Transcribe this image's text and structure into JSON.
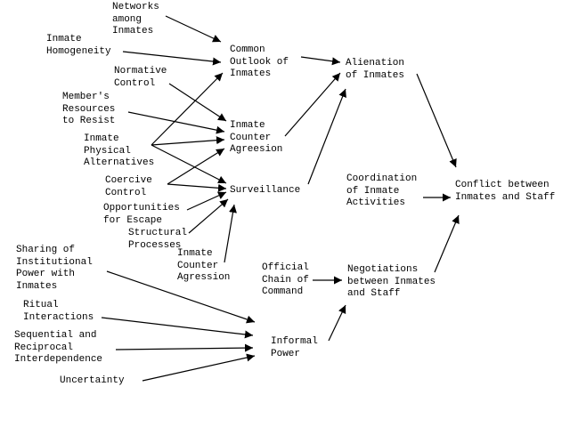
{
  "nodes": {
    "networks": "Networks\namong\nInmates",
    "homogeneity": "Inmate\nHomogeneity",
    "normative": "Normative\nControl",
    "resources": "Member's\nResources\nto Resist",
    "physical": "Inmate\nPhysical\nAlternatives",
    "coercive": "Coercive\nControl",
    "escape": "Opportunities\nfor Escape",
    "structural": "Structural\nProcesses",
    "counter_agression": "Inmate\nCounter\nAgression",
    "common_outlook": "Common\nOutlook of\nInmates",
    "counter_agreesion": "Inmate\nCounter\nAgreesion",
    "surveillance": "Surveillance",
    "alienation": "Alienation\nof Inmates",
    "coordination": "Coordination\nof Inmate\nActivities",
    "conflict": "Conflict between\nInmates and Staff",
    "sharing": "Sharing of\nInstitutional\nPower with\nInmates",
    "ritual": "Ritual\nInteractions",
    "sequential": "Sequential and\nReciprocal\nInterdependence",
    "uncertainty": "Uncertainty",
    "official_chain": "Official\nChain of\nCommand",
    "negotiations": "Negotiations\nbetween Inmates\nand Staff",
    "informal_power": "Informal\nPower"
  },
  "edges": [
    {
      "from": "networks",
      "to": "common_outlook"
    },
    {
      "from": "homogeneity",
      "to": "common_outlook"
    },
    {
      "from": "normative",
      "to": "counter_agreesion"
    },
    {
      "from": "resources",
      "to": "counter_agreesion"
    },
    {
      "from": "physical",
      "to": "common_outlook"
    },
    {
      "from": "physical",
      "to": "counter_agreesion"
    },
    {
      "from": "physical",
      "to": "surveillance"
    },
    {
      "from": "coercive",
      "to": "counter_agreesion"
    },
    {
      "from": "coercive",
      "to": "surveillance"
    },
    {
      "from": "escape",
      "to": "surveillance"
    },
    {
      "from": "structural",
      "to": "surveillance"
    },
    {
      "from": "counter_agression",
      "to": "surveillance"
    },
    {
      "from": "common_outlook",
      "to": "alienation"
    },
    {
      "from": "counter_agreesion",
      "to": "alienation"
    },
    {
      "from": "surveillance",
      "to": "alienation"
    },
    {
      "from": "alienation",
      "to": "conflict"
    },
    {
      "from": "coordination",
      "to": "conflict"
    },
    {
      "from": "negotiations",
      "to": "conflict"
    },
    {
      "from": "official_chain",
      "to": "negotiations"
    },
    {
      "from": "informal_power",
      "to": "negotiations"
    },
    {
      "from": "sharing",
      "to": "informal_power"
    },
    {
      "from": "ritual",
      "to": "informal_power"
    },
    {
      "from": "sequential",
      "to": "informal_power"
    },
    {
      "from": "uncertainty",
      "to": "informal_power"
    }
  ]
}
